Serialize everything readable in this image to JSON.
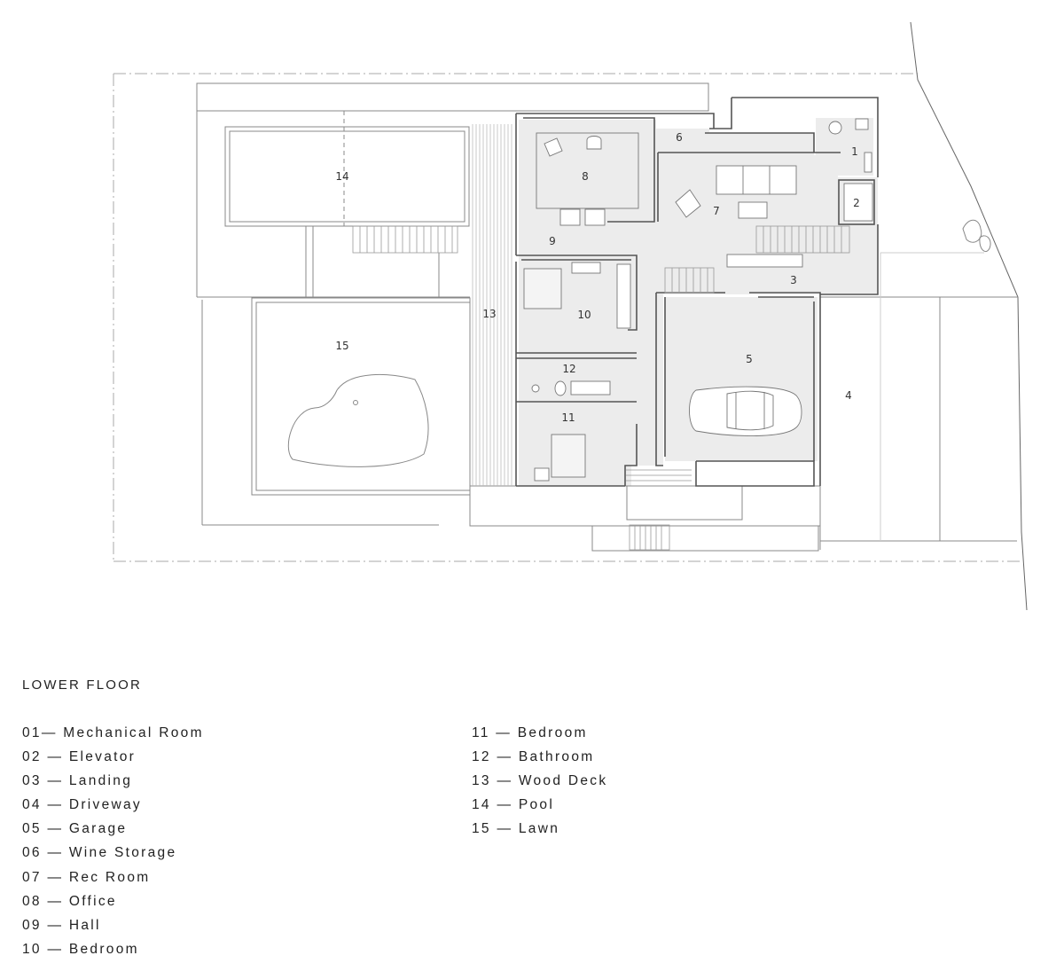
{
  "plan": {
    "room_numbers": [
      "1",
      "2",
      "3",
      "4",
      "5",
      "6",
      "7",
      "8",
      "9",
      "10",
      "11",
      "12",
      "13",
      "14",
      "15"
    ]
  },
  "legend": {
    "title": "LOWER FLOOR",
    "items": [
      "01— Mechanical Room",
      "02 — Elevator",
      "03 — Landing",
      "04 — Driveway",
      "05 — Garage",
      "06 — Wine Storage",
      "07 — Rec Room",
      "08 — Office",
      "09 — Hall",
      "10 — Bedroom",
      "11 — Bedroom",
      "12 — Bathroom",
      "13 — Wood Deck",
      "14 — Pool",
      "15 — Lawn"
    ]
  },
  "colors": {
    "floor_fill": "#ececec",
    "wall_stroke": "#555555",
    "thin_stroke": "#999999",
    "text": "#222222"
  }
}
